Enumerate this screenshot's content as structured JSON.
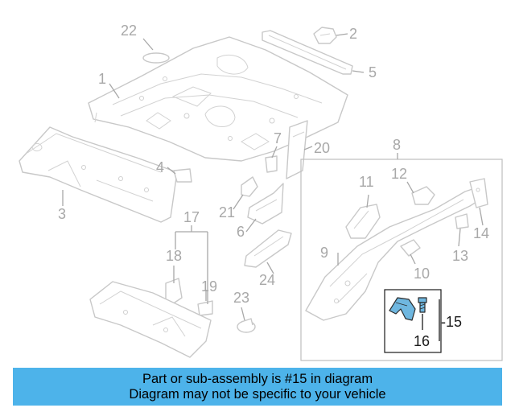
{
  "diagram": {
    "part_numbers": {
      "p1": "1",
      "p2": "2",
      "p3": "3",
      "p4": "4",
      "p5": "5",
      "p6": "6",
      "p7": "7",
      "p8": "8",
      "p9": "9",
      "p10": "10",
      "p11": "11",
      "p12": "12",
      "p13": "13",
      "p14": "14",
      "p15": "-15",
      "p16": "16",
      "p17": "17",
      "p18": "18",
      "p19": "19",
      "p20": "20",
      "p21": "21",
      "p22": "22",
      "p23": "23",
      "p24": "24"
    },
    "highlighted_parts": [
      "15",
      "16"
    ],
    "colors": {
      "line": "#c8c8c8",
      "label": "#a8a8a8",
      "highlight": "#6fb7e0",
      "banner": "#4db3ea"
    }
  },
  "banner": {
    "line1": "Part or sub-assembly is #15 in diagram",
    "line2": "Diagram may not be specific to your vehicle"
  }
}
